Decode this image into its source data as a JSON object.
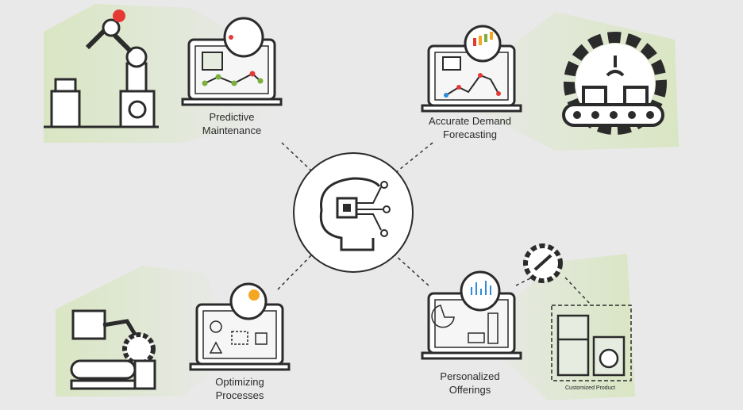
{
  "center": {
    "icon": "ai-brain-chip-icon"
  },
  "nodes": [
    {
      "label_line1": "Predictive",
      "label_line2": "Maintenance",
      "icon": "robot-arm-icon"
    },
    {
      "label_line1": "Accurate Demand",
      "label_line2": "Forecasting",
      "icon": "factory-gear-conveyor-icon"
    },
    {
      "label_line1": "Optimizing",
      "label_line2": "Processes",
      "icon": "assembly-line-robot-icon"
    },
    {
      "label_line1": "Personalized",
      "label_line2": "Offerings",
      "icon": "appliances-icon"
    }
  ],
  "product_caption": "Customized Product",
  "colors": {
    "background": "#e9e9e9",
    "green_panel": "#dfe8cf",
    "stroke": "#2b2b2b",
    "red": "#e53935",
    "orange": "#f5a623",
    "blue": "#2e8bd6"
  }
}
